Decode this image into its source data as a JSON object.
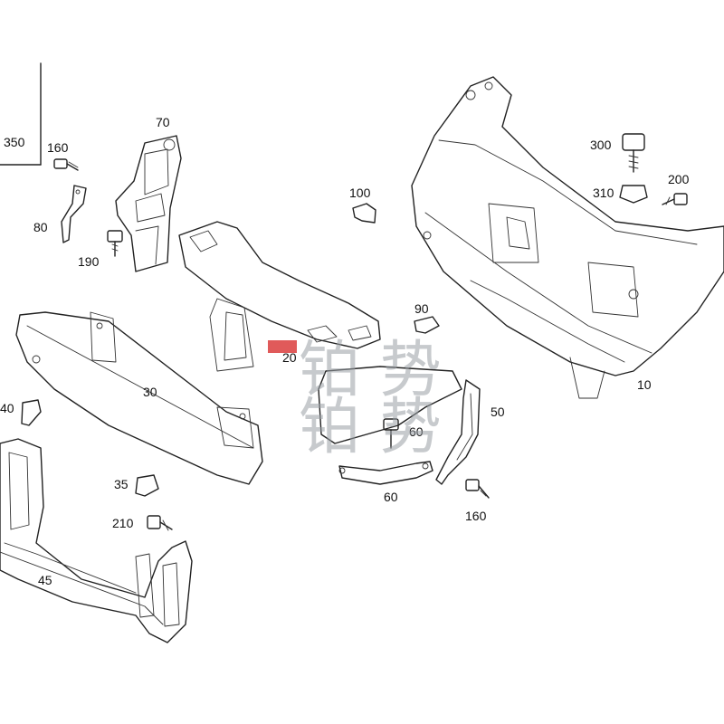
{
  "diagram": {
    "labels": [
      {
        "id": "350",
        "text": "350"
      },
      {
        "id": "160a",
        "text": "160"
      },
      {
        "id": "70",
        "text": "70"
      },
      {
        "id": "80",
        "text": "80"
      },
      {
        "id": "190",
        "text": "190"
      },
      {
        "id": "100",
        "text": "100"
      },
      {
        "id": "300",
        "text": "300"
      },
      {
        "id": "310",
        "text": "310"
      },
      {
        "id": "200",
        "text": "200"
      },
      {
        "id": "90",
        "text": "90"
      },
      {
        "id": "20",
        "text": "20"
      },
      {
        "id": "30",
        "text": "30"
      },
      {
        "id": "40",
        "text": "40"
      },
      {
        "id": "10",
        "text": "10"
      },
      {
        "id": "50",
        "text": "50"
      },
      {
        "id": "60a",
        "text": "60"
      },
      {
        "id": "60b",
        "text": "60"
      },
      {
        "id": "35",
        "text": "35"
      },
      {
        "id": "210",
        "text": "210"
      },
      {
        "id": "160b",
        "text": "160"
      },
      {
        "id": "45",
        "text": "45"
      }
    ],
    "highlight_color": "#e05a5a",
    "line_color": "#222222"
  },
  "watermark": {
    "line1": "铂 势",
    "line2": "铂 势"
  }
}
